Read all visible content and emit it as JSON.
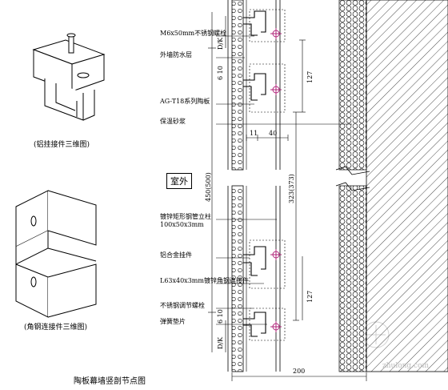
{
  "captions": {
    "aluminum_clip_3d": "(铝挂接件三维图)",
    "angle_steel_3d": "(角钢连接件三维图)",
    "main_title": "陶板幕墙竖剖节点图"
  },
  "annotations": [
    "M6x50mm不锈钢螺栓",
    "外墙防水层",
    "AG-T18系列陶板",
    "保温砂浆",
    "镀锌矩形钢管立柱",
    "100x50x3mm",
    "铝合金挂件",
    "L63x40x3mm镀锌角钢连接件",
    "不锈钢调节螺栓",
    "弹簧垫片"
  ],
  "room_label": "室外",
  "dimensions": {
    "top_vertical_a": "D/K",
    "top_vertical_b": "6 10",
    "top_127": "127",
    "gap_11": "11",
    "gap_40": "40",
    "main_450": "450(500)",
    "main_323": "323(373)",
    "bottom_127": "127",
    "bottom_vertical_b": "6 10",
    "bottom_vertical_a": "D/K",
    "bottom_200": "200"
  },
  "watermark": "zhulong.com"
}
